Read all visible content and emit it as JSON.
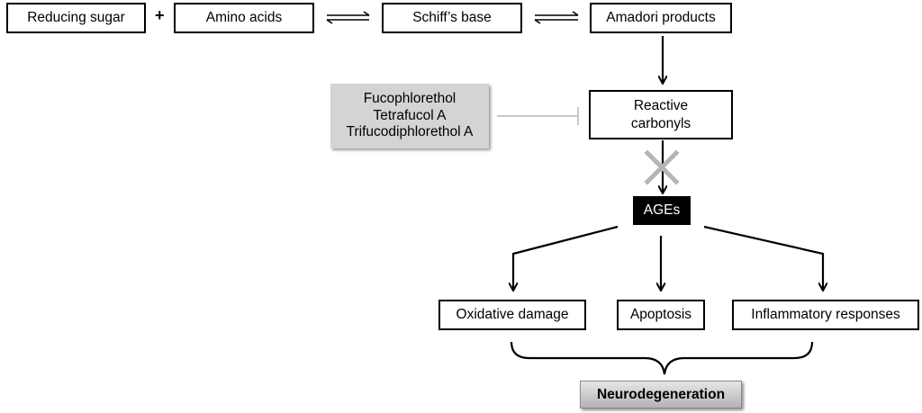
{
  "nodes": {
    "reducing_sugar": "Reducing sugar",
    "plus": "+",
    "amino_acids": "Amino acids",
    "schiffs_base": "Schiff’s base",
    "amadori_products": "Amadori products",
    "reactive_carbonyls": "Reactive\ncarbonyls",
    "ages": "AGEs",
    "oxidative_damage": "Oxidative damage",
    "apoptosis": "Apoptosis",
    "inflammatory_responses": "Inflammatory responses",
    "neurodegeneration": "Neurodegeneration"
  },
  "inhibitors": [
    "Fucophlorethol",
    "Tetrafucol A",
    "Trifucodiphlorethol A"
  ],
  "colors": {
    "arrow": "#000000",
    "inhibition_line": "#c8c8c8",
    "blocked_cross": "#b4b4b4",
    "inhibitor_box": "#d4d4d4",
    "ages_box": "#000000"
  }
}
